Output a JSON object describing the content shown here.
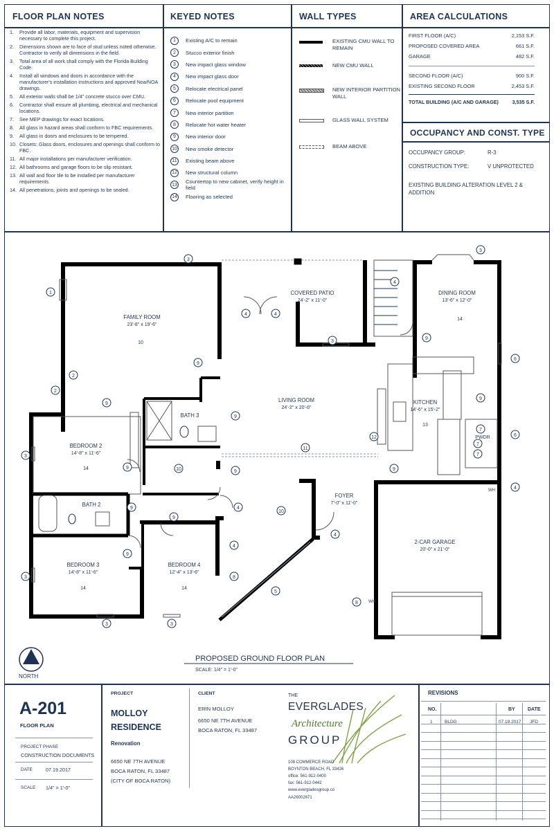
{
  "notes": {
    "title": "FLOOR PLAN NOTES",
    "items": [
      {
        "n": "1.",
        "text": "Provide all labor, materials, equipment and supervision necessary to complete this project."
      },
      {
        "n": "2.",
        "text": "Dimensions shown are to face of stud unless noted otherwise. Contractor to verify all dimensions in the field."
      },
      {
        "n": "3.",
        "text": "Total area of all work shall comply with the Florida Building Code."
      },
      {
        "n": "4.",
        "text": "Install all windows and doors in accordance with the manufacturer's installation instructions and approved Noa/NOA drawings."
      },
      {
        "n": "5.",
        "text": "All exterior walls shall be 1/4\" concrete stucco over CMU."
      },
      {
        "n": "6.",
        "text": "Contractor shall ensure all plumbing, electrical and mechanical locations."
      },
      {
        "n": "7.",
        "text": "See MEP drawings for exact locations."
      },
      {
        "n": "8.",
        "text": "All glass in hazard areas shall conform to FBC requirements."
      },
      {
        "n": "9.",
        "text": "All glass in doors and enclosures to be tempered."
      },
      {
        "n": "10.",
        "text": "Closets: Glass doors, enclosures and openings shall conform to FBC."
      },
      {
        "n": "11.",
        "text": "All major installations per manufacturer verification."
      },
      {
        "n": "12.",
        "text": "All bathrooms and garage floors to be slip resistant."
      },
      {
        "n": "13.",
        "text": "All wall and floor tile to be installed per manufacturer requirements."
      },
      {
        "n": "14.",
        "text": "All penetrations, joints and openings to be sealed."
      }
    ]
  },
  "keyed": {
    "title": "KEYED NOTES",
    "items": [
      {
        "n": "1",
        "text": "Existing A/C to remain"
      },
      {
        "n": "2",
        "text": "Stucco exterior finish"
      },
      {
        "n": "3",
        "text": "New impact glass window"
      },
      {
        "n": "4",
        "text": "New impact glass door"
      },
      {
        "n": "5",
        "text": "Relocate electrical panel"
      },
      {
        "n": "6",
        "text": "Relocate pool equipment"
      },
      {
        "n": "7",
        "text": "New interior partition"
      },
      {
        "n": "8",
        "text": "Relocate hot water heater"
      },
      {
        "n": "9",
        "text": "New interior door"
      },
      {
        "n": "10",
        "text": "New smoke detector"
      },
      {
        "n": "11",
        "text": "Existing beam above"
      },
      {
        "n": "12",
        "text": "New structural column"
      },
      {
        "n": "13",
        "text": "Countertop to new cabinet, verify height in field"
      },
      {
        "n": "14",
        "text": "Flooring as selected"
      }
    ]
  },
  "wall_types": {
    "title": "WALL TYPES",
    "items": [
      {
        "label": "EXISTING CMU WALL TO REMAIN",
        "style": "solid"
      },
      {
        "label": "NEW CMU WALL",
        "style": "hatch-dark"
      },
      {
        "label": "NEW INTERIOR PARTITION WALL",
        "style": "hatch-light"
      },
      {
        "label": "GLASS WALL SYSTEM",
        "style": "glass"
      },
      {
        "label": "BEAM ABOVE",
        "style": "dashed"
      }
    ]
  },
  "area": {
    "title": "AREA CALCULATIONS",
    "rows": [
      {
        "label": "FIRST FLOOR (A/C)",
        "value": "2,153 S.F."
      },
      {
        "label": "PROPOSED COVERED AREA",
        "value": "661 S.F."
      },
      {
        "label": "GARAGE",
        "value": "482 S.F."
      },
      {
        "label": "SECOND FLOOR (A/C)",
        "value": "900 S.F."
      },
      {
        "label": "EXISTING SECOND FLOOR",
        "value": "2,453 S.F."
      }
    ],
    "total": {
      "label": "TOTAL BUILDING (A/C AND GARAGE)",
      "value": "3,535 S.F."
    }
  },
  "occupancy": {
    "title": "OCCUPANCY AND CONST. TYPE",
    "group_label": "OCCUPANCY GROUP:",
    "group_value": "R-3",
    "type_label": "CONSTRUCTION TYPE:",
    "type_value": "V UNPROTECTED",
    "note": "EXISTING BUILDING ALTERATION LEVEL 2 & ADDITION"
  },
  "plan": {
    "title": "PROPOSED GROUND FLOOR PLAN",
    "scale": "SCALE:  1/4\" = 1'-0\"",
    "north": "NORTH",
    "rooms": [
      {
        "name": "FAMILY ROOM",
        "dim": "23'-8\" x 19'-6\"",
        "tag": "10"
      },
      {
        "name": "COVERED PATIO",
        "dim": "24'-2\" x 11'-0\"",
        "tag": ""
      },
      {
        "name": "DINING ROOM",
        "dim": "13'-6\" x 12'-0\"",
        "tag": "14"
      },
      {
        "name": "LIVING ROOM",
        "dim": "24'-2\" x 20'-6\"",
        "tag": ""
      },
      {
        "name": "KITCHEN",
        "dim": "14'-6\" x 15'-2\"",
        "tag": "13"
      },
      {
        "name": "BATH 3",
        "dim": "",
        "tag": ""
      },
      {
        "name": "BEDROOM 2",
        "dim": "14'-8\" x 11'-6\"",
        "tag": "14"
      },
      {
        "name": "BATH 2",
        "dim": "",
        "tag": ""
      },
      {
        "name": "FOYER",
        "dim": "7'-0\" x 11'-0\"",
        "tag": ""
      },
      {
        "name": "2-CAR GARAGE",
        "dim": "20'-0\" x 21'-0\"",
        "tag": ""
      },
      {
        "name": "BEDROOM 3",
        "dim": "14'-8\" x 11'-6\"",
        "tag": "14"
      },
      {
        "name": "BEDROOM 4",
        "dim": "12'-4\" x 13'-6\"",
        "tag": "14"
      },
      {
        "name": "PWDR",
        "dim": "",
        "tag": ""
      }
    ],
    "marks": {
      "m3a": "3",
      "m1": "1",
      "m2a": "2",
      "m2b": "2",
      "m4a": "4",
      "m4b": "4",
      "m9a": "9",
      "m7a": "7",
      "m3b": "3",
      "m4c": "4",
      "m9b": "9",
      "m6a": "6",
      "m9c": "9",
      "m9d": "9",
      "m9e": "9",
      "m3c": "3",
      "m12": "12",
      "m6b": "6",
      "m7b": "7",
      "m7c": "7",
      "m11": "11",
      "m10a": "10",
      "m9f": "9",
      "m9g": "9",
      "m4d": "4",
      "m9h": "9",
      "m10b": "10",
      "m4e": "4",
      "m4f": "4",
      "m9i": "9",
      "m3d": "3",
      "m4g": "4",
      "m8a": "8",
      "m5": "5",
      "m8b": "8",
      "m3e": "3",
      "m3f": "3",
      "m3g": "3",
      "m9j": "9",
      "m9k": "9"
    },
    "wh1": "WH",
    "wh2": "WH"
  },
  "titleblock": {
    "sheet_no": "A-201",
    "sheet_name": "FLOOR PLAN",
    "phase_label": "PROJECT PHASE",
    "phase_value": "CONSTRUCTION DOCUMENTS",
    "date_label": "DATE",
    "date_value": "07.19.2017",
    "scale_label": "SCALE",
    "scale_value": "1/4\" = 1'-0\"",
    "project_label": "PROJECT",
    "project_name_1": "MOLLOY",
    "project_name_2": "RESIDENCE",
    "project_type": "Renovation",
    "project_addr_1": "6650 NE 7TH AVENUE",
    "project_addr_2": "BOCA RATON, FL 33487",
    "project_addr_3": "(CITY OF BOCA RATON)",
    "client_label": "CLIENT",
    "client_name": "ERIN MOLLOY",
    "client_addr_1": "6650 NE 7TH AVENUE",
    "client_addr_2": "BOCA RATON, FL 33487",
    "firm_the": "THE",
    "firm_1": "EVERGLADES",
    "firm_2": "Architecture",
    "firm_3": "GROUP",
    "firm_addr_1": "108 COMMERCE ROAD",
    "firm_addr_2": "BOYNTON BEACH, FL 33426",
    "firm_office": "office: 561-912-0400",
    "firm_fax": "fax: 561-912-0442",
    "firm_web": "www.evergladesgroup.co",
    "firm_lic": "AA26002671",
    "revisions_title": "REVISIONS",
    "rev_cols": {
      "no": "NO.",
      "by": "BY",
      "date": "DATE"
    },
    "rev_rows": [
      {
        "no": "1",
        "desc": "BLDG",
        "by": "07.19.2017",
        "date": "JFD"
      }
    ]
  },
  "colors": {
    "ink": "#1e3354",
    "wall": "#000000",
    "light": "#8894aa"
  }
}
